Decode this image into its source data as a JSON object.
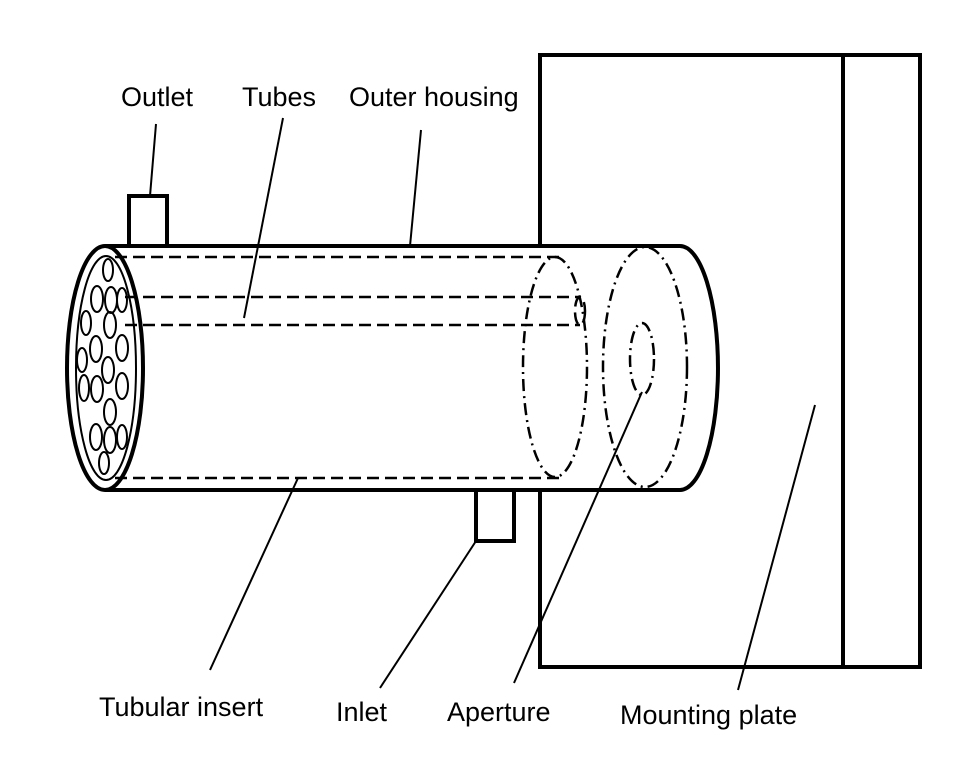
{
  "labels": {
    "outlet": "Outlet",
    "tubes": "Tubes",
    "outer_housing": "Outer housing",
    "tubular_insert": "Tubular insert",
    "inlet": "Inlet",
    "aperture": "Aperture",
    "mounting_plate": "Mounting plate"
  }
}
